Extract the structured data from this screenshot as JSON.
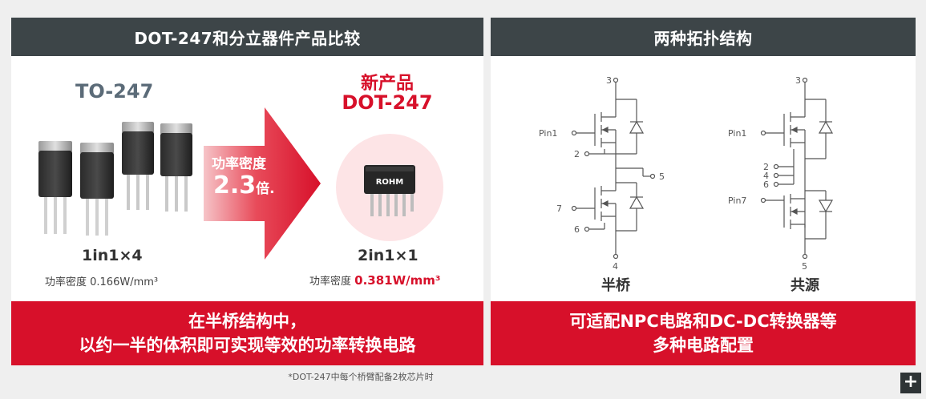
{
  "left_panel": {
    "header": "DOT-247和分立器件产品比较",
    "old_product": {
      "name": "TO-247",
      "config": "1in1×4",
      "density_label": "功率密度 0.166W/mm³"
    },
    "arrow": {
      "line1": "功率密度",
      "value": "2.3",
      "unit": "倍."
    },
    "new_product": {
      "badge": "新产品",
      "name": "DOT-247",
      "chip_brand": "ROHM",
      "config": "2in1×1",
      "density_prefix": "功率密度 ",
      "density_value": "0.381W/mm³"
    },
    "footer_line1": "在半桥结构中，",
    "footer_line2": "以约一半的体积即可实现等效的功率转换电路"
  },
  "right_panel": {
    "header": "两种拓扑结构",
    "half_bridge": {
      "label": "半桥",
      "pins": [
        "3",
        "Pin1",
        "2",
        "5",
        "7",
        "6",
        "4"
      ]
    },
    "common_source": {
      "label": "共源",
      "pins": [
        "3",
        "Pin1",
        "2",
        "4",
        "6",
        "Pin7",
        "5"
      ]
    },
    "footer_line1": "可适配NPC电路和DC-DC转换器等",
    "footer_line2": "多种电路配置"
  },
  "footnote": "*DOT-247中每个桥臂配备2枚芯片时",
  "plus_button": "+",
  "colors": {
    "brand_red": "#d7102a",
    "header_gray": "#3d4548",
    "pale_pink": "#fde4e6"
  }
}
